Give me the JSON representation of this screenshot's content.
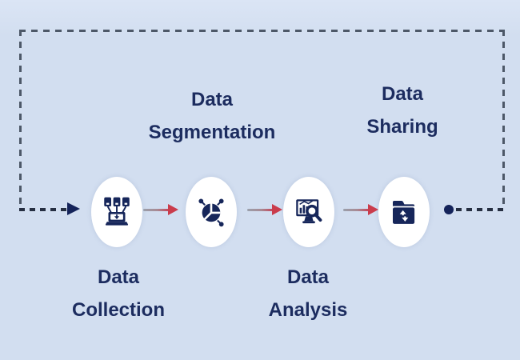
{
  "colors": {
    "background": "#d2def0",
    "node_circle": "#ffffff",
    "icon_navy": "#16265a",
    "label_navy": "#1c2c5f",
    "flow_arrow_red": "#ca3c4c",
    "loop_dash_slate": "#4d5868",
    "entry_exit_dash": "#262f42"
  },
  "diagram": {
    "type": "flow",
    "nodes": [
      {
        "id": "data-collection",
        "icon": "data-collection-icon",
        "label": "Data Collection",
        "lines": [
          "Data",
          "Collection"
        ],
        "label_position": "below"
      },
      {
        "id": "data-segmentation",
        "icon": "data-segmentation-icon",
        "label": "Data Segmentation",
        "lines": [
          "Data",
          "Segmentation"
        ],
        "label_position": "above"
      },
      {
        "id": "data-analysis",
        "icon": "data-analysis-icon",
        "label": "Data Analysis",
        "lines": [
          "Data",
          "Analysis"
        ],
        "label_position": "below"
      },
      {
        "id": "data-sharing",
        "icon": "data-sharing-icon",
        "label": "Data Sharing",
        "lines": [
          "Data",
          "Sharing"
        ],
        "label_position": "above"
      }
    ],
    "flow_order": [
      "Data Collection",
      "Data Segmentation",
      "Data Analysis",
      "Data Sharing"
    ],
    "feedback_loop": {
      "style": "dashed",
      "from": "Data Sharing",
      "to": "Data Collection"
    }
  }
}
